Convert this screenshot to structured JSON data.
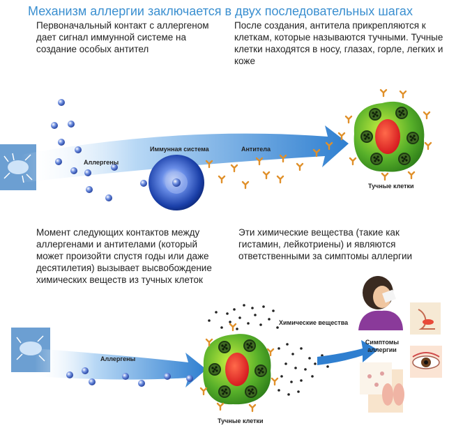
{
  "title": "Механизм аллергии заключается в двух последовательных шагах",
  "paragraphs": {
    "p1": "Первоначальный контакт с аллергеном дает сигнал иммунной системе на создание особых антител",
    "p2": "После создания, антитела прикрепляются к клеткам, которые называются тучными. Тучные клетки находятся в носу, глазах, горле, легких и коже",
    "p3": "Момент следующих контактов между аллергенами и антителами (который может произойти спустя годы или даже десятилетия) вызывает высвобождение химических веществ из тучных клеток",
    "p4": "Эти химические вещества (такие как гистамин, лейкотриены) и являются ответственными за симптомы аллергии"
  },
  "labels": {
    "allergens_top": "Аллергены",
    "immune_system": "Иммунная система",
    "antibodies": "Антитела",
    "mast_cells_top": "Тучные клетки",
    "allergens_bottom": "Аллергены",
    "chemicals": "Химические вещества",
    "mast_cells_bottom": "Тучные клетки",
    "symptoms": "Симптомы аллергии"
  },
  "colors": {
    "title": "#3a8fd0",
    "arrow": "#2f7fd0",
    "cell_green": "#4aa02a",
    "cell_nucleus": "#e8202a",
    "antibody": "#e0902a"
  }
}
